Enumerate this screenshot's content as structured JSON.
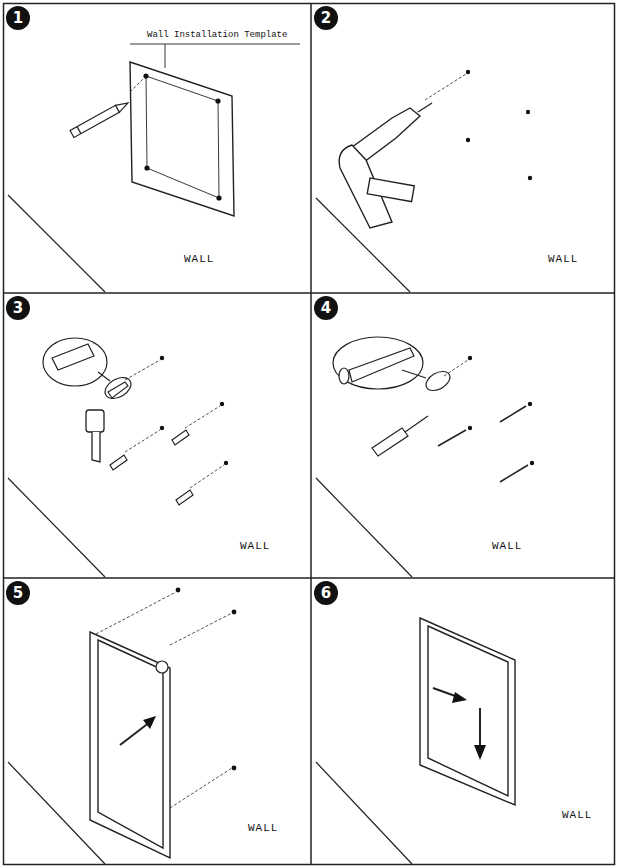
{
  "diagram": {
    "labels": [
      "1",
      "Wall Installation Template",
      "WALL",
      "2",
      "WALL",
      "3",
      "WALL",
      "4",
      "WALL",
      "5",
      "WALL",
      "6",
      "WALL"
    ]
  }
}
